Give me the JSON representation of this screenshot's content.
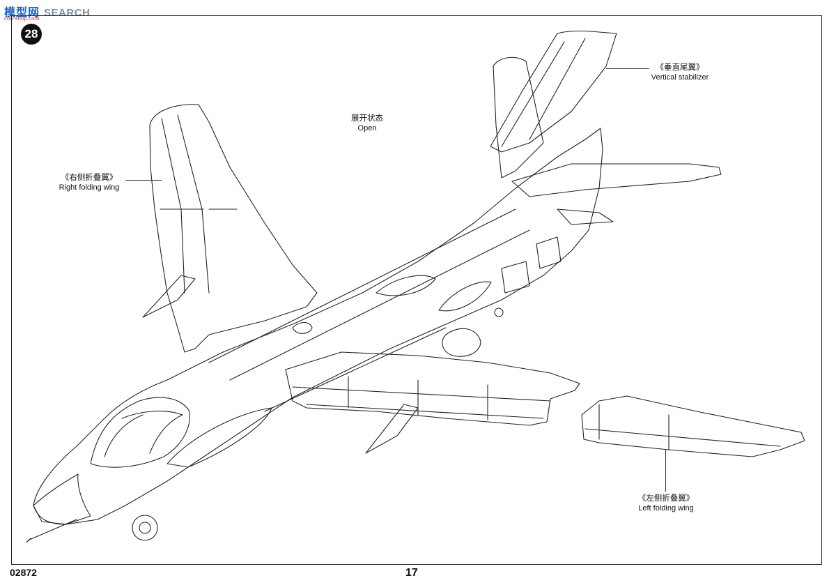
{
  "watermark": {
    "cn": "模型网",
    "en": "SEARCH",
    "sub": "con-shop.com"
  },
  "step": {
    "number": "28"
  },
  "labels": {
    "open": {
      "cn": "展开状态",
      "en": "Open"
    },
    "vertical_stabilizer": {
      "cn": "《垂直尾翼》",
      "en": "Vertical  stabilizer"
    },
    "right_wing": {
      "cn": "《右侧折叠翼》",
      "en": "Right folding wing"
    },
    "left_wing": {
      "cn": "《左侧折叠翼》",
      "en": "Left folding wing"
    }
  },
  "footer": {
    "kit_number": "02872",
    "page_number": "17"
  }
}
